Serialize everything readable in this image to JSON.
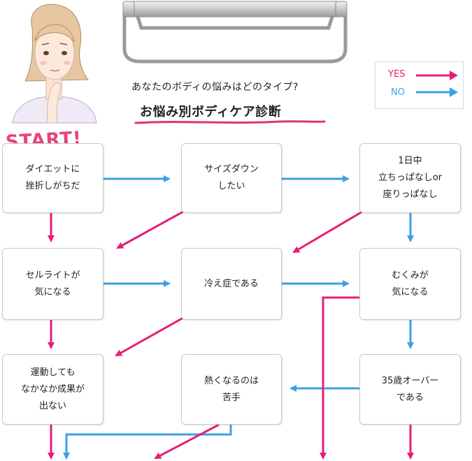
{
  "header": {
    "subtitle": "あなたのボディの悩みはどのタイプ?",
    "title": "お悩み別ボディケア診断"
  },
  "legend": {
    "yes_label": "YES",
    "no_label": "NO"
  },
  "colors": {
    "yes": "#e61e79",
    "no": "#3aa0e6",
    "title_underline": "#e0356b"
  },
  "start_label": "START!",
  "nodes": [
    {
      "id": "n1",
      "label": "ダイエットに\n挫折しがちだ"
    },
    {
      "id": "n2",
      "label": "サイズダウン\nしたい"
    },
    {
      "id": "n3",
      "label": "1日中\n立ちっぱなしor\n座りっぱなし"
    },
    {
      "id": "n4",
      "label": "セルライトが\n気になる"
    },
    {
      "id": "n5",
      "label": "冷え症である"
    },
    {
      "id": "n6",
      "label": "むくみが\n気になる"
    },
    {
      "id": "n7",
      "label": "運動しても\nなかなか成果が\n出ない"
    },
    {
      "id": "n8",
      "label": "熱くなるのは\n苦手"
    },
    {
      "id": "n9",
      "label": "35歳オーバー\nである"
    }
  ],
  "illustration": {
    "icon": "thinking-woman-icon"
  },
  "banner": {
    "icon": "metal-plate-icon"
  }
}
